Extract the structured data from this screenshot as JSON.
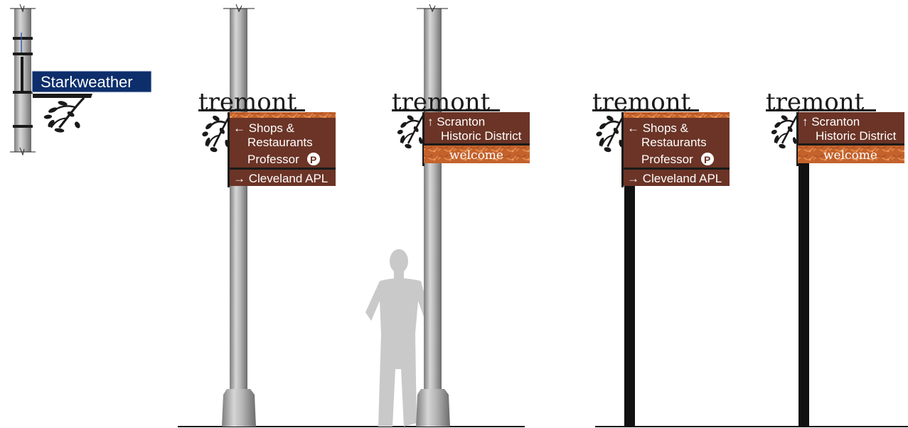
{
  "street_sign": {
    "name": "Starkweather",
    "color": "#0d2e6b"
  },
  "wordmark": "tremont",
  "sign_a": {
    "line1": "← Shops &",
    "line2": "Restaurants",
    "line3": "Professor",
    "parking_symbol": "P",
    "line4": "→ Cleveland APL"
  },
  "sign_b": {
    "line1": "↑ Scranton",
    "line2": "Historic District",
    "welcome": "welcome"
  },
  "colors": {
    "panel_brown": "#6b3426",
    "pattern_orange": "#c4622c",
    "pole_gray": "#a8a8a8",
    "steel_black": "#111111",
    "figure_gray": "#c9c9c9"
  },
  "icons": [
    "vine-bracket-icon",
    "parking-icon",
    "human-figure-icon"
  ]
}
